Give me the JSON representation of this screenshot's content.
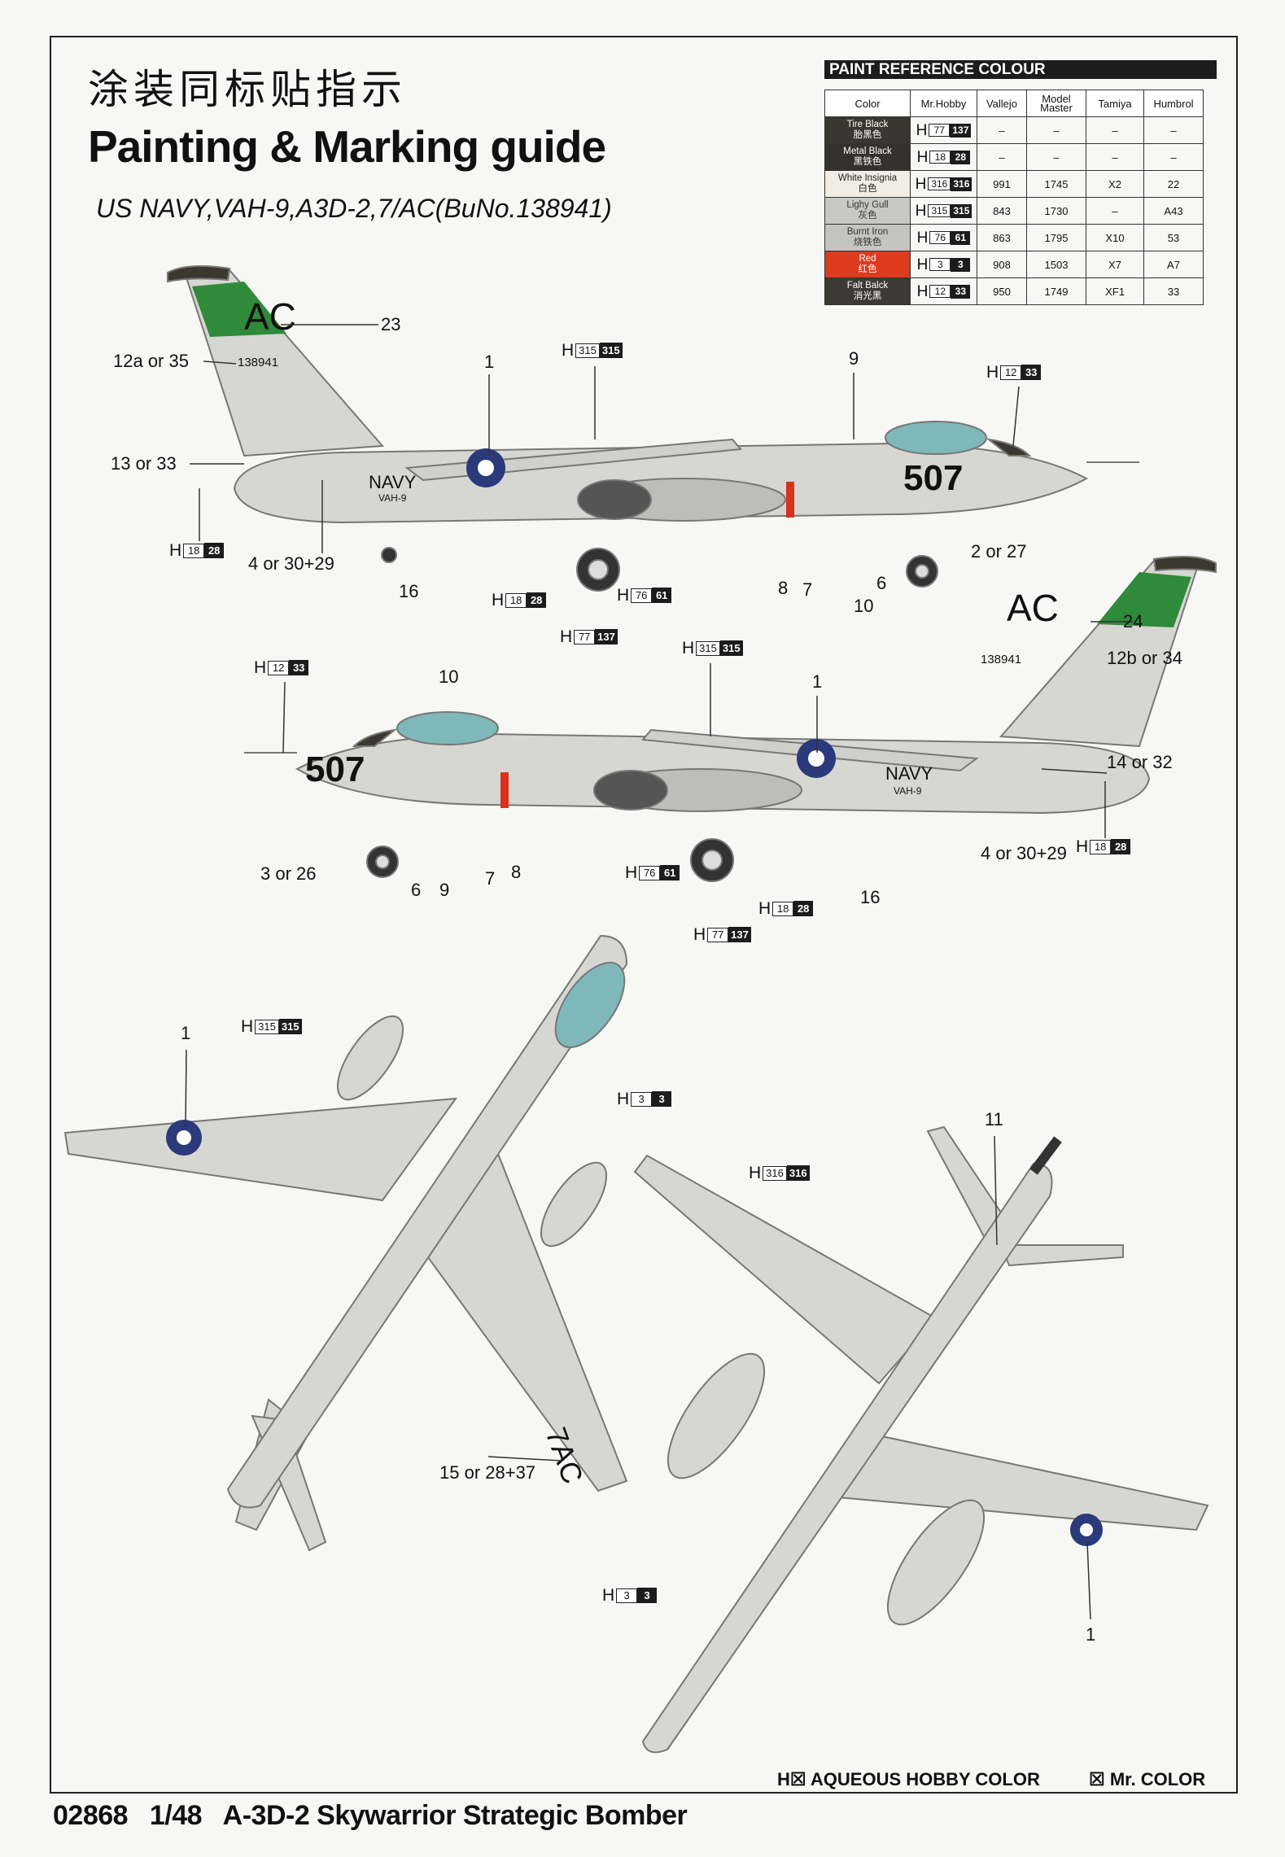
{
  "header": {
    "title_cn": "涂装同标贴指示",
    "title_en": "Painting & Marking guide",
    "subtitle": "US NAVY,VAH-9,A3D-2,7/AC(BuNo.138941)"
  },
  "paint_table": {
    "title": "PAINT  REFERENCE COLOUR",
    "columns": [
      "Color",
      "Mr.Hobby",
      "Vallejo",
      "Model Master",
      "Tamiya",
      "Humbrol"
    ],
    "rows": [
      {
        "name": "Tire Black",
        "name_cn": "胎黑色",
        "swatch": "#3a3630",
        "h": "77",
        "mr": "137",
        "vallejo": "–",
        "model_master": "–",
        "tamiya": "–",
        "humbrol": "–"
      },
      {
        "name": "Metal  Black",
        "name_cn": "黑铁色",
        "swatch": "#34322c",
        "h": "18",
        "mr": "28",
        "vallejo": "–",
        "model_master": "–",
        "tamiya": "–",
        "humbrol": "–"
      },
      {
        "name": "White Insignia",
        "name_cn": "白色",
        "swatch": "#f1ede4",
        "h": "316",
        "mr": "316",
        "vallejo": "991",
        "model_master": "1745",
        "tamiya": "X2",
        "humbrol": "22"
      },
      {
        "name": "Lighy Gull",
        "name_cn": "灰色",
        "swatch": "#c8c8c6",
        "h": "315",
        "mr": "315",
        "vallejo": "843",
        "model_master": "1730",
        "tamiya": "–",
        "humbrol": "A43"
      },
      {
        "name": "Burnt Iron",
        "name_cn": "烧铁色",
        "swatch": "#c4c4c2",
        "h": "76",
        "mr": "61",
        "vallejo": "863",
        "model_master": "1795",
        "tamiya": "X10",
        "humbrol": "53"
      },
      {
        "name": "Red",
        "name_cn": "红色",
        "swatch": "#dd3a1e",
        "h": "3",
        "mr": "3",
        "vallejo": "908",
        "model_master": "1503",
        "tamiya": "X7",
        "humbrol": "A7"
      },
      {
        "name": "Falt Balck",
        "name_cn": "消光黑",
        "swatch": "#3d3a33",
        "h": "12",
        "mr": "33",
        "vallejo": "950",
        "model_master": "1749",
        "tamiya": "XF1",
        "humbrol": "33"
      }
    ]
  },
  "markings": {
    "tail_code": "AC",
    "serial": "138941",
    "modex": "507",
    "service": "NAVY",
    "squadron": "VAH-9",
    "wing_code": "7AC",
    "small_serial": "138941"
  },
  "callouts": {
    "side1": [
      "23",
      "12a or 35",
      "1",
      "9",
      "13 or 33",
      "4 or 30+29",
      "16",
      "8",
      "7",
      "10",
      "6",
      "2 or 27"
    ],
    "side2": [
      "24",
      "12b or 34",
      "10",
      "1",
      "14 or 32",
      "4 or 30+29",
      "3 or 26",
      "6",
      "9",
      "7",
      "8",
      "16"
    ],
    "top": [
      "1",
      "11",
      "15 or 28+37",
      "1"
    ]
  },
  "chips": {
    "c315": {
      "h": "315",
      "mr": "315"
    },
    "c12": {
      "h": "12",
      "mr": "33"
    },
    "c18": {
      "h": "18",
      "mr": "28"
    },
    "c76": {
      "h": "76",
      "mr": "61"
    },
    "c77": {
      "h": "77",
      "mr": "137"
    },
    "c3": {
      "h": "3",
      "mr": "3"
    },
    "c316": {
      "h": "316",
      "mr": "316"
    },
    "h_letter": "H"
  },
  "legend": {
    "aqueous": "H☒ AQUEOUS HOBBY COLOR",
    "mr_color": "☒ Mr. COLOR"
  },
  "footer": {
    "code": "02868",
    "scale": "1/48",
    "name": "A-3D-2 Skywarrior Strategic Bomber"
  },
  "colors": {
    "gull": "#d6d6d2",
    "green": "#2f8a3a",
    "red": "#d8321c",
    "canopy": "#7fb8b8",
    "insignia_blue": "#2a3a7a"
  }
}
